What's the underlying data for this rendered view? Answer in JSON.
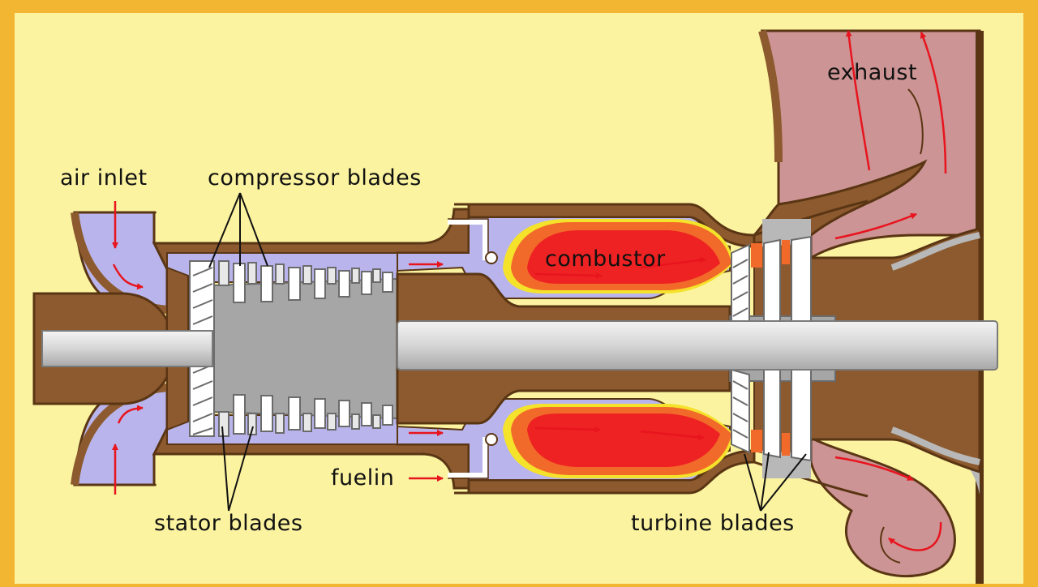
{
  "labels": {
    "air_inlet": "air inlet",
    "compressor_blades": "compressor blades",
    "combustor": "combustor",
    "exhaust": "exhaust",
    "fuel_in": "fuelin",
    "stator_blades": "stator blades",
    "turbine_blades": "turbine blades"
  },
  "colors": {
    "frame": "#f2b632",
    "background": "#fbf3a0",
    "casing": "#8c5a2e",
    "casing_outline": "#5a3514",
    "shaft": "#d9d9d9",
    "drum": "#a6a6a6",
    "intake_air": "#b9b5ec",
    "exhaust_gas": "#cc9494",
    "flame_core": "#ee2222",
    "flame_outer": "#f26a2a",
    "flame_edge": "#f5e22a",
    "arrow": "#e8141e"
  }
}
